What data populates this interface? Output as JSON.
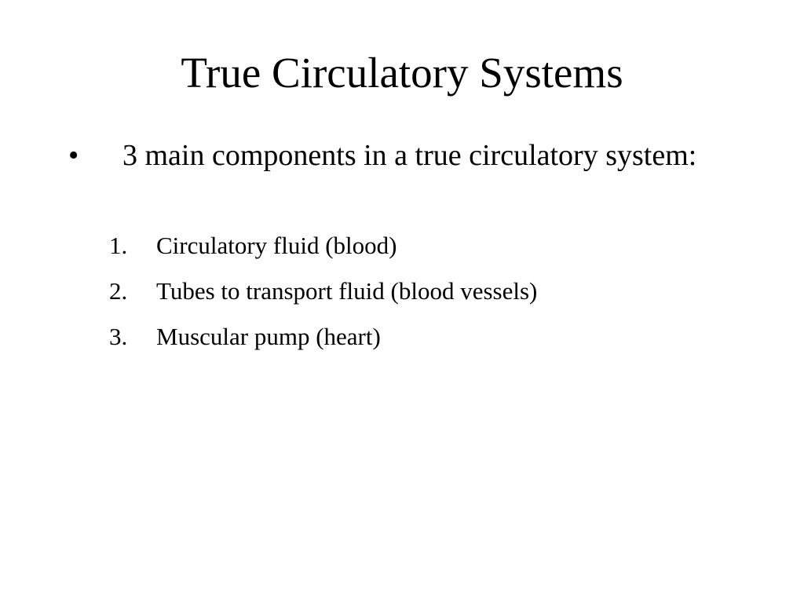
{
  "slide": {
    "title": "True Circulatory Systems",
    "bullet": {
      "marker": "•",
      "text": "3 main components in a true circulatory system:"
    },
    "items": [
      {
        "num": "1.",
        "text": "Circulatory fluid (blood)"
      },
      {
        "num": "2.",
        "text": "Tubes to transport fluid (blood vessels)"
      },
      {
        "num": "3.",
        "text": "Muscular pump (heart)"
      }
    ]
  },
  "colors": {
    "background": "#ffffff",
    "text": "#000000"
  }
}
